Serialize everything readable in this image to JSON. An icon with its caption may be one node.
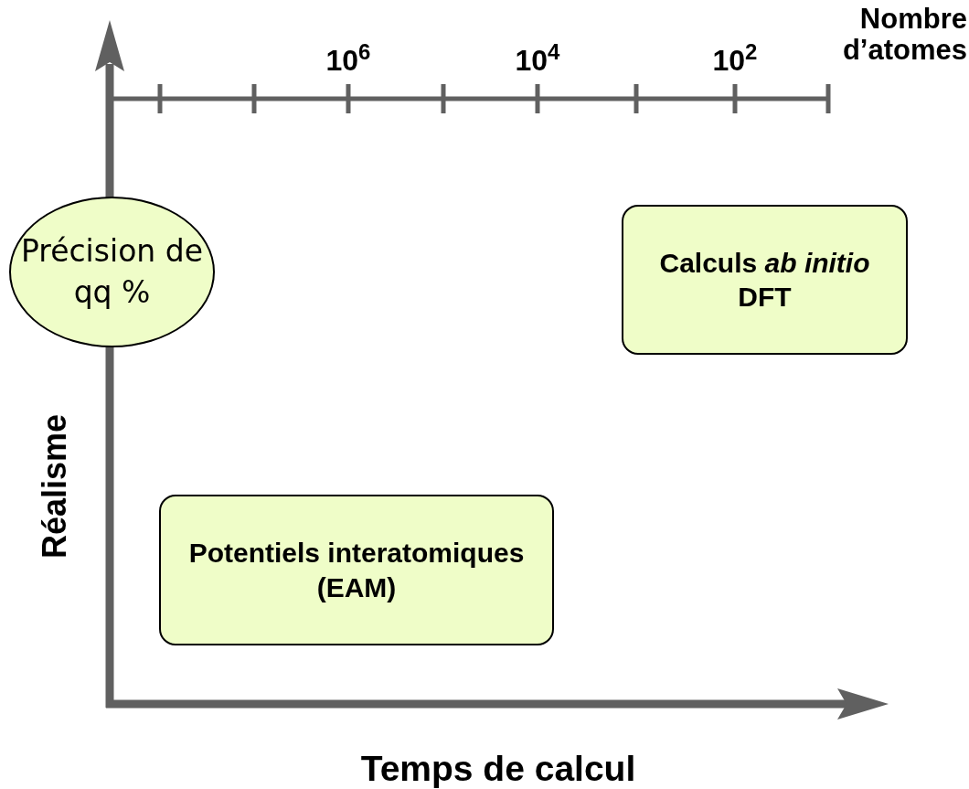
{
  "diagram": {
    "nodes": [
      {
        "text": [
          "Précision de qq %"
        ]
      },
      {
        "text": [
          "Calculs *ab initio*",
          "DFT"
        ]
      },
      {
        "text": [
          "Potentiels interatomiques (EAM)"
        ]
      }
    ],
    "labels": [
      "10$^{6}$",
      "10$^{4}$",
      "10$^{2}$",
      "Nombre d’atomes",
      "Réalisme",
      "Temps de calcul"
    ]
  }
}
